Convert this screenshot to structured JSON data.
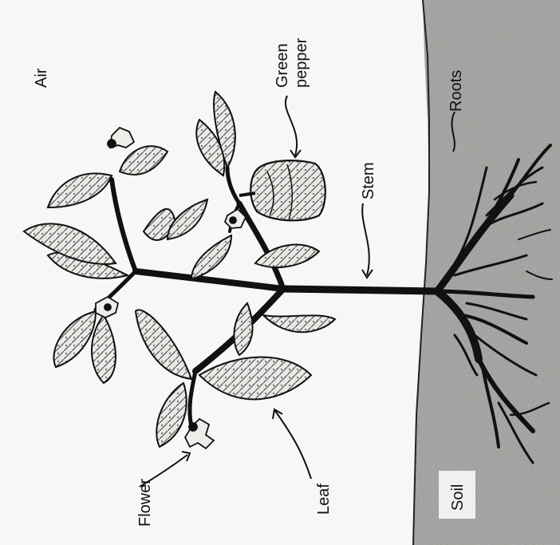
{
  "labels": {
    "air": "Air",
    "green_pepper_line1": "Green",
    "green_pepper_line2": "pepper",
    "roots": "Roots",
    "stem": "Stem",
    "flower": "Flower",
    "leaf": "Leaf",
    "soil": "Soil"
  },
  "colors": {
    "soil": "#9a9a96",
    "stem": "#111111",
    "background": "#f7f7f5"
  }
}
